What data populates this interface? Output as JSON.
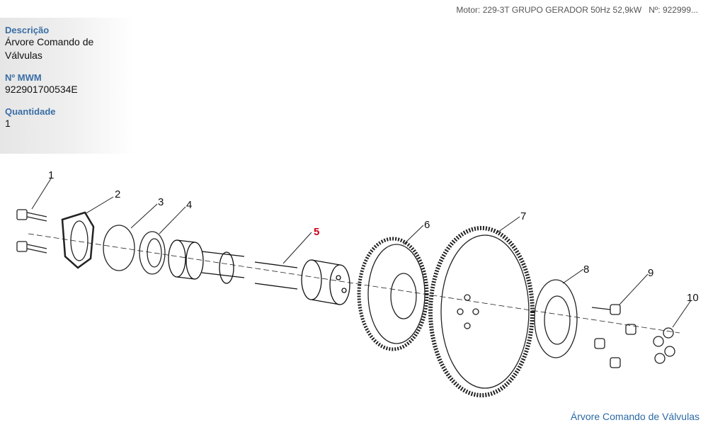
{
  "header": {
    "motor": "Motor: 229-3T GRUPO GERADOR 50Hz 52,9kW   Nº: 922999..."
  },
  "info": {
    "description_label": "Descrição",
    "description_value": "Árvore Comando de Válvulas",
    "mwm_label": "Nº MWM",
    "mwm_value": "922901700534E",
    "quantity_label": "Quantidade",
    "quantity_value": "1"
  },
  "diagram": {
    "callouts": [
      "1",
      "2",
      "3",
      "4",
      "5",
      "6",
      "7",
      "8",
      "9",
      "10"
    ],
    "highlighted": "5",
    "highlight_color": "#d0021b"
  },
  "footer": {
    "link": "Árvore Comando de Válvulas"
  }
}
